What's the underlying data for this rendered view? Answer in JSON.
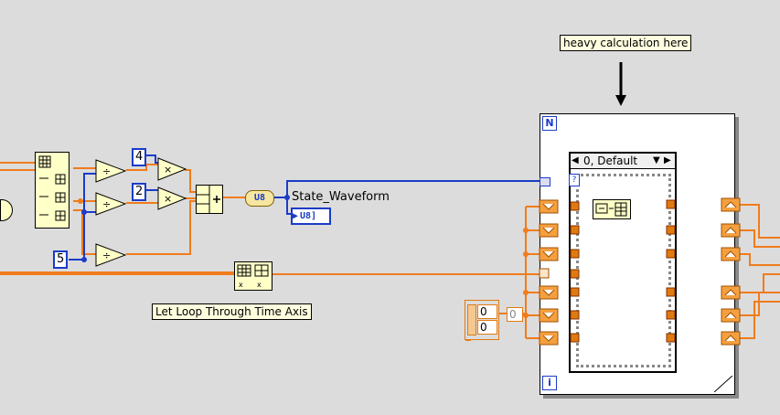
{
  "comments": {
    "heavy": "heavy calculation here",
    "loop_axis": "Let Loop Through Time Axis"
  },
  "constants": {
    "four": "4",
    "two": "2",
    "five": "5"
  },
  "indicator": {
    "name": "State_Waveform",
    "type": "U8"
  },
  "case": {
    "selector": "0, Default"
  },
  "loop": {
    "count_terminal": "N",
    "iteration_terminal": "i"
  },
  "shift_init": [
    "0",
    "0"
  ],
  "shift_value": "0",
  "colors": {
    "wire_orange": "#f07c1c",
    "wire_blue": "#1a3cc8",
    "background": "#dcdcdc"
  }
}
